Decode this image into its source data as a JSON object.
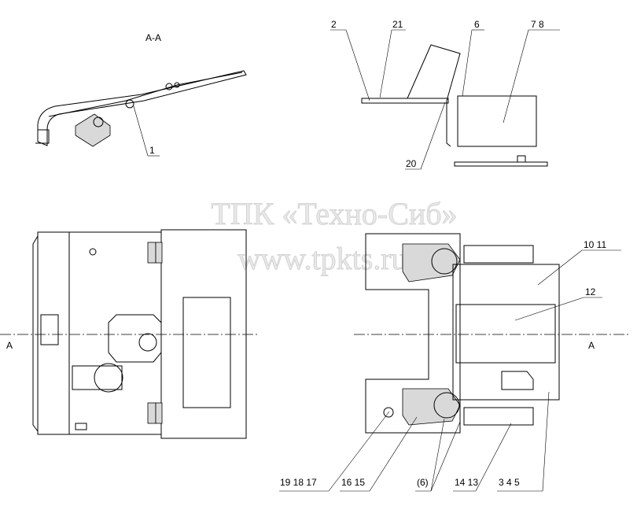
{
  "section_label": "A-A",
  "axis_label_left": "A",
  "axis_label_right": "A",
  "watermark": {
    "line1": "ТПК «Техно-Сиб»",
    "line2": "www.tpkts.ru"
  },
  "callouts": {
    "c1": "1",
    "c2": "2",
    "c21": "21",
    "c6": "6",
    "c7_8": "7  8",
    "c20": "20",
    "c10_11": "10  11",
    "c12": "12",
    "c19_18_17": "19  18  17",
    "c16_15": "16  15",
    "c6p": "(6)",
    "c14_13": "14  13",
    "c3_4_5": "3   4   5"
  }
}
